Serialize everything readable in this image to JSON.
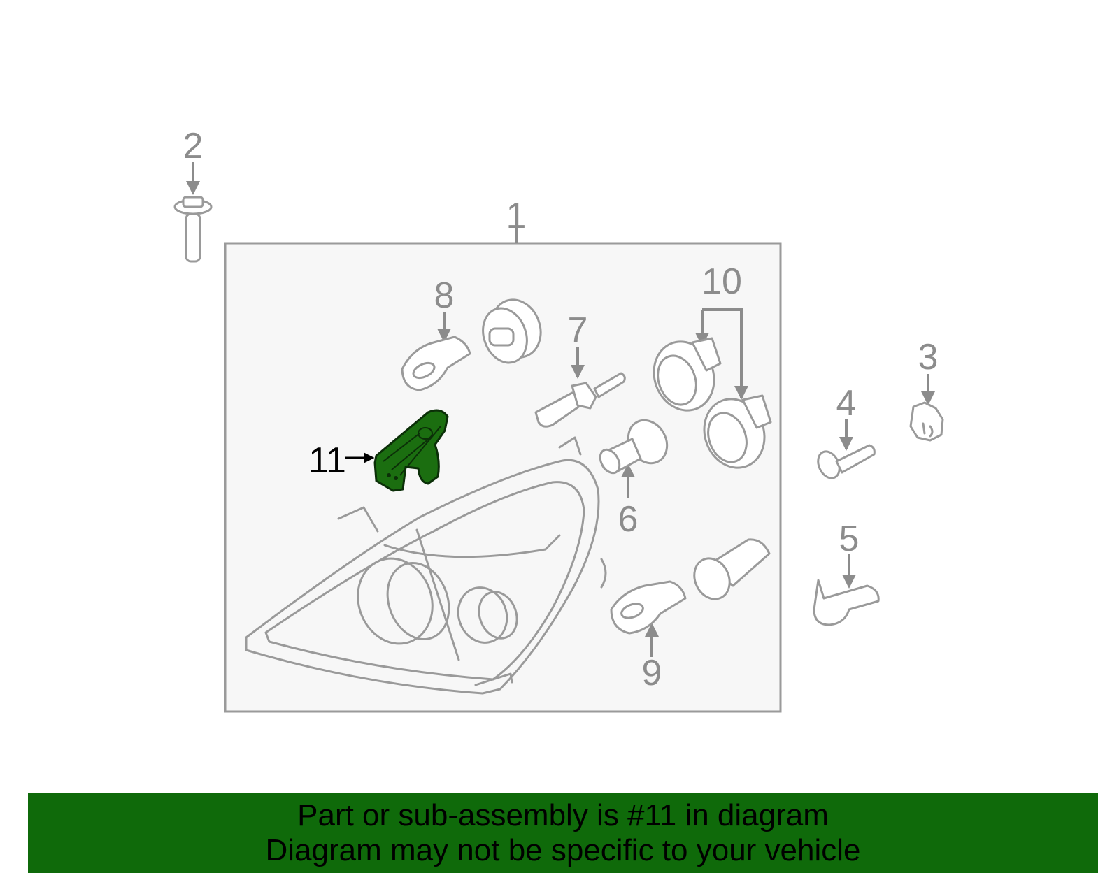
{
  "callouts": {
    "c1": "1",
    "c2": "2",
    "c3": "3",
    "c4": "4",
    "c5": "5",
    "c6": "6",
    "c7": "7",
    "c8": "8",
    "c9": "9",
    "c10": "10",
    "c11": "11"
  },
  "highlight": {
    "part": "11",
    "color": "#1b6e10"
  },
  "banner": {
    "line1": "Part or sub-assembly is #11 in diagram",
    "line2": "Diagram may not be specific to your vehicle",
    "background": "#0f6a0a"
  },
  "colors": {
    "line": "#9a9a9a",
    "box_fill": "#f7f7f7"
  }
}
